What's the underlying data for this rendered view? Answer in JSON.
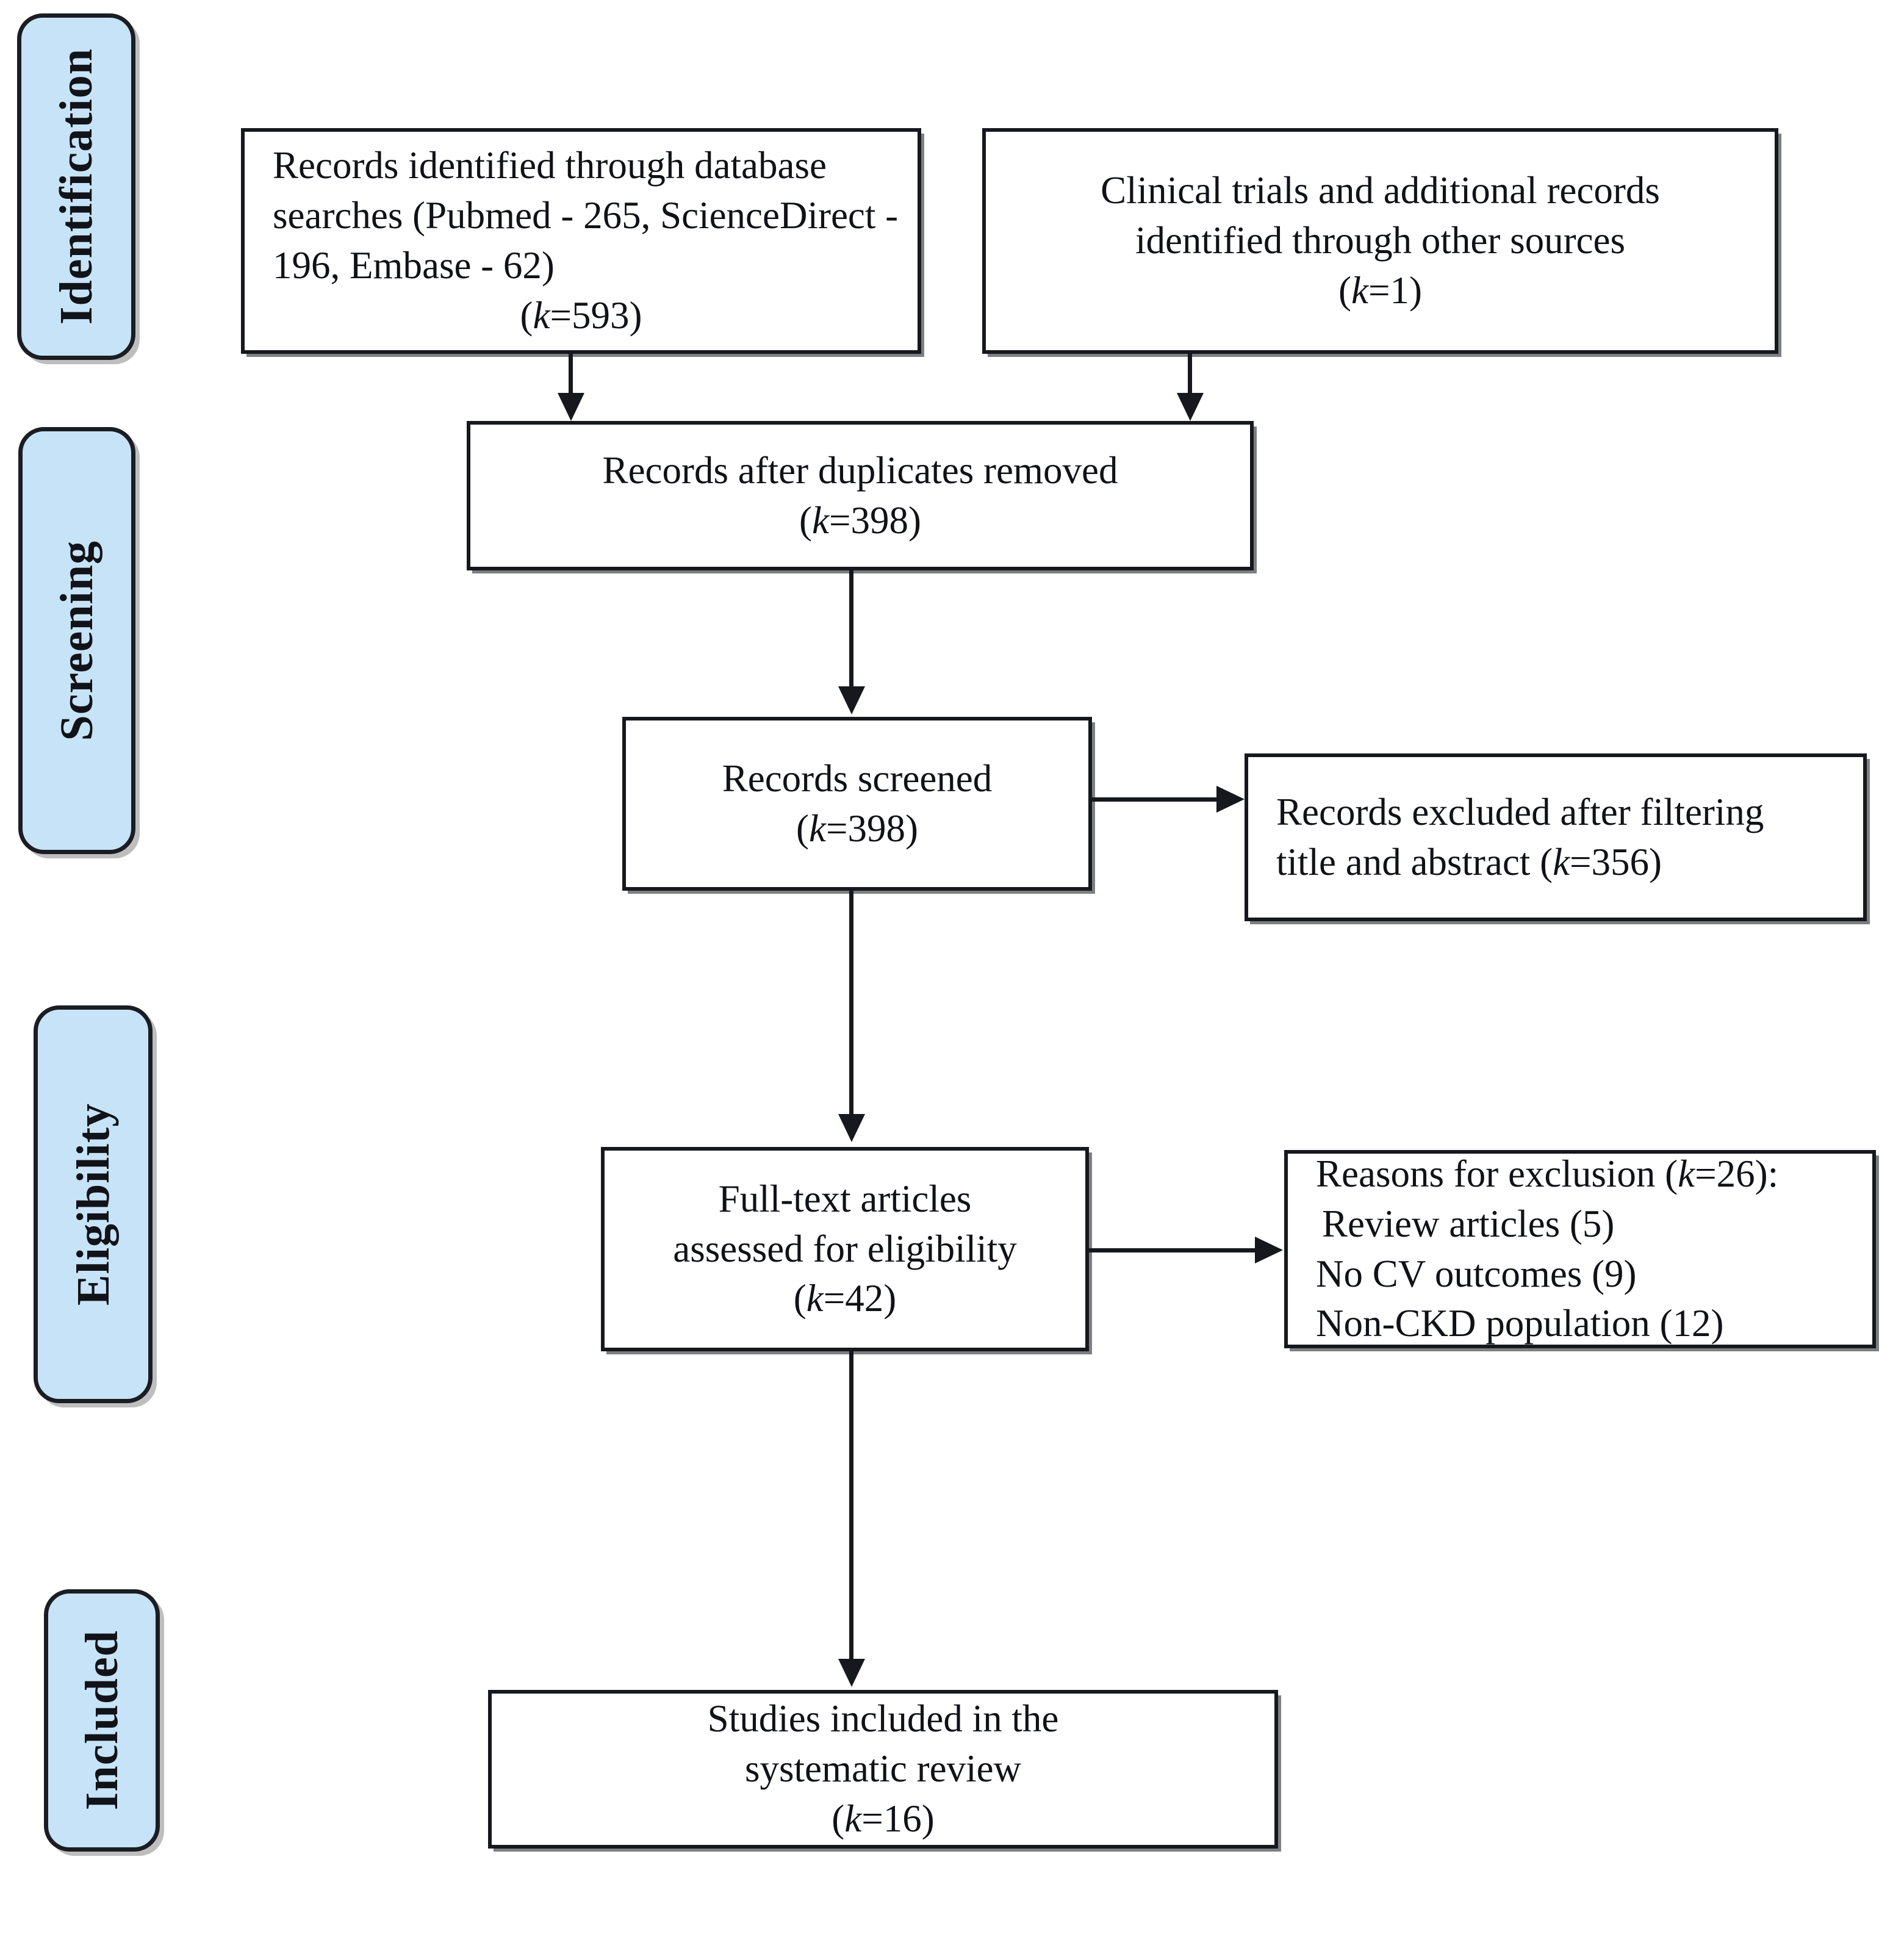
{
  "diagram": {
    "title": "PRISMA study selection flow diagram",
    "accent_color": "#c7e3f7",
    "line_color": "#16181d",
    "box_fill": "#ffffff"
  },
  "stages": [
    {
      "id": "identification",
      "label": "Identification"
    },
    {
      "id": "screening",
      "label": "Screening"
    },
    {
      "id": "eligibility",
      "label": "Eligibility"
    },
    {
      "id": "included",
      "label": "Included"
    }
  ],
  "boxes": {
    "database_records": {
      "line1": "Records identified through database",
      "line2": "searches (Pubmed - 265, ScienceDirect -",
      "line3": "196, Embase - 62)",
      "count_open": "(",
      "count_k": "k",
      "count_value": "=593)"
    },
    "other_sources": {
      "line1": "Clinical trials and additional records",
      "line2": "identified through other sources",
      "count_open": "(",
      "count_k": "k",
      "count_value": "=1)"
    },
    "duplicates_removed": {
      "line1": "Records after duplicates removed",
      "count_open": "(",
      "count_k": "k",
      "count_value": "=398)"
    },
    "records_screened": {
      "line1": "Records screened",
      "count_open": "(",
      "count_k": "k",
      "count_value": "=398)"
    },
    "records_excluded": {
      "line1": "Records excluded after filtering",
      "line2_pre": "title and abstract (",
      "line2_k": "k",
      "line2_post": "=356)"
    },
    "fulltext_assessed": {
      "line1": "Full-text articles",
      "line2": "assessed for eligibility",
      "count_open": "(",
      "count_k": "k",
      "count_value": "=42)"
    },
    "exclusion_reasons": {
      "heading_pre": "Reasons for exclusion (",
      "heading_k": "k",
      "heading_post": "=26):",
      "items": [
        "Review articles (5)",
        "No CV outcomes (9)",
        "Non-CKD population (12)"
      ]
    },
    "studies_included": {
      "line1": "Studies included in the",
      "line2": "systematic review",
      "count_open": "(",
      "count_k": "k",
      "count_value": "=16)"
    }
  },
  "chart_data": {
    "type": "diagram",
    "title": "PRISMA flow diagram",
    "nodes": [
      {
        "id": "database_records",
        "stage": "Identification",
        "k": 593,
        "detail": {
          "Pubmed": 265,
          "ScienceDirect": 196,
          "Embase": 62
        }
      },
      {
        "id": "other_sources",
        "stage": "Identification",
        "k": 1
      },
      {
        "id": "duplicates_removed",
        "stage": "Screening",
        "k": 398
      },
      {
        "id": "records_screened",
        "stage": "Screening",
        "k": 398
      },
      {
        "id": "records_excluded",
        "stage": "Screening",
        "k": 356
      },
      {
        "id": "fulltext_assessed",
        "stage": "Eligibility",
        "k": 42
      },
      {
        "id": "exclusion_reasons",
        "stage": "Eligibility",
        "k": 26,
        "detail": {
          "Review articles": 5,
          "No CV outcomes": 9,
          "Non-CKD population": 12
        }
      },
      {
        "id": "studies_included",
        "stage": "Included",
        "k": 16
      }
    ],
    "edges": [
      {
        "from": "database_records",
        "to": "duplicates_removed"
      },
      {
        "from": "other_sources",
        "to": "duplicates_removed"
      },
      {
        "from": "duplicates_removed",
        "to": "records_screened"
      },
      {
        "from": "records_screened",
        "to": "records_excluded"
      },
      {
        "from": "records_screened",
        "to": "fulltext_assessed"
      },
      {
        "from": "fulltext_assessed",
        "to": "exclusion_reasons"
      },
      {
        "from": "fulltext_assessed",
        "to": "studies_included"
      }
    ]
  }
}
